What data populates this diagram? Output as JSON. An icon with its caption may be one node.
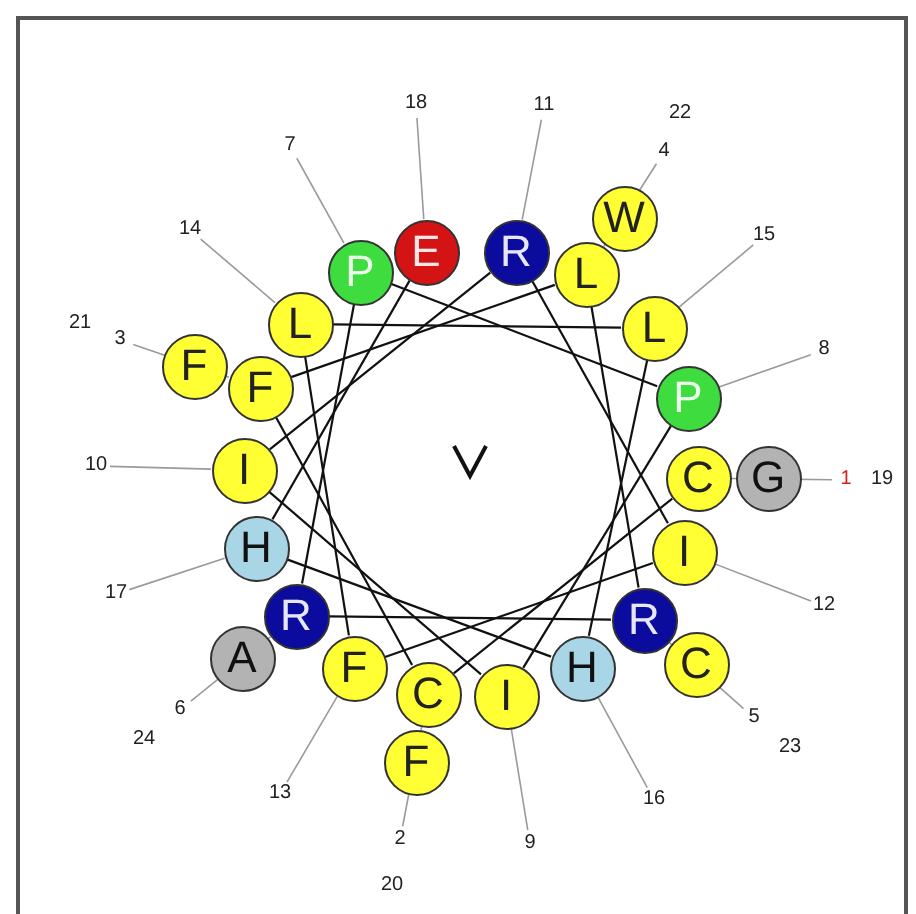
{
  "diagram": {
    "nodes": [
      {
        "text": [
          "C"
        ]
      },
      {
        "text": [
          "C"
        ]
      },
      {
        "text": [
          "F"
        ]
      },
      {
        "text": [
          "L"
        ]
      },
      {
        "text": [
          "R"
        ]
      },
      {
        "text": [
          "R"
        ]
      },
      {
        "text": [
          "P"
        ]
      },
      {
        "text": [
          "P"
        ]
      },
      {
        "text": [
          "I"
        ]
      },
      {
        "text": [
          "I"
        ]
      },
      {
        "text": [
          "R"
        ]
      },
      {
        "text": [
          "I"
        ]
      },
      {
        "text": [
          "F"
        ]
      },
      {
        "text": [
          "L"
        ]
      },
      {
        "text": [
          "L"
        ]
      },
      {
        "text": [
          "H"
        ]
      },
      {
        "text": [
          "H"
        ]
      },
      {
        "text": [
          "E"
        ]
      },
      {
        "text": [
          "G"
        ]
      },
      {
        "text": [
          "F"
        ]
      },
      {
        "text": [
          "F"
        ]
      },
      {
        "text": [
          "W"
        ]
      },
      {
        "text": [
          "C"
        ]
      },
      {
        "text": [
          "A"
        ]
      },
      {
        "text": [
          "1"
        ],
        "beside": [
          "19"
        ]
      },
      {
        "text": [
          "2"
        ],
        "beside": [
          "20"
        ]
      },
      {
        "text": [
          "3"
        ],
        "beside": [
          "21"
        ]
      },
      {
        "text": [
          "4"
        ],
        "beside": [
          "22"
        ]
      },
      {
        "text": [
          "5"
        ],
        "beside": [
          "23"
        ]
      },
      {
        "text": [
          "6"
        ],
        "beside": [
          "24"
        ]
      },
      {
        "text": [
          "7"
        ]
      },
      {
        "text": [
          "8"
        ]
      },
      {
        "text": [
          "9"
        ]
      },
      {
        "text": [
          "10"
        ]
      },
      {
        "text": [
          "11"
        ]
      },
      {
        "text": [
          "12"
        ]
      },
      {
        "text": [
          "13"
        ]
      },
      {
        "text": [
          "14"
        ]
      },
      {
        "text": [
          "15"
        ]
      },
      {
        "text": [
          "16"
        ]
      },
      {
        "text": [
          "17"
        ]
      },
      {
        "text": [
          "18"
        ]
      }
    ],
    "edges": [
      {
        "from": 0,
        "to": 1,
        "arrow": "none",
        "color": "#111111"
      },
      {
        "from": 1,
        "to": 2,
        "arrow": "none",
        "color": "#111111"
      },
      {
        "from": 2,
        "to": 3,
        "arrow": "none",
        "color": "#111111"
      },
      {
        "from": 3,
        "to": 4,
        "arrow": "none",
        "color": "#111111"
      },
      {
        "from": 4,
        "to": 5,
        "arrow": "none",
        "color": "#111111"
      },
      {
        "from": 5,
        "to": 6,
        "arrow": "none",
        "color": "#111111"
      },
      {
        "from": 6,
        "to": 7,
        "arrow": "none",
        "color": "#111111"
      },
      {
        "from": 7,
        "to": 8,
        "arrow": "none",
        "color": "#111111"
      },
      {
        "from": 8,
        "to": 9,
        "arrow": "none",
        "color": "#111111"
      },
      {
        "from": 9,
        "to": 10,
        "arrow": "none",
        "color": "#111111"
      },
      {
        "from": 10,
        "to": 11,
        "arrow": "none",
        "color": "#111111"
      },
      {
        "from": 11,
        "to": 12,
        "arrow": "none",
        "color": "#111111"
      },
      {
        "from": 12,
        "to": 13,
        "arrow": "none",
        "color": "#111111"
      },
      {
        "from": 13,
        "to": 14,
        "arrow": "none",
        "color": "#111111"
      },
      {
        "from": 14,
        "to": 15,
        "arrow": "none",
        "color": "#111111"
      },
      {
        "from": 15,
        "to": 16,
        "arrow": "none",
        "color": "#111111"
      },
      {
        "from": 16,
        "to": 17,
        "arrow": "none",
        "color": "#111111"
      },
      {
        "from": 24,
        "to": 0,
        "arrow": "none"
      },
      {
        "from": 25,
        "to": 1,
        "arrow": "none"
      },
      {
        "from": 26,
        "to": 2,
        "arrow": "none"
      },
      {
        "from": 27,
        "to": 3,
        "arrow": "none"
      },
      {
        "from": 28,
        "to": 4,
        "arrow": "none"
      },
      {
        "from": 29,
        "to": 5,
        "arrow": "none"
      },
      {
        "from": 30,
        "to": 6,
        "arrow": "none"
      },
      {
        "from": 31,
        "to": 7,
        "arrow": "none"
      },
      {
        "from": 32,
        "to": 8,
        "arrow": "none"
      },
      {
        "from": 33,
        "to": 9,
        "arrow": "none"
      },
      {
        "from": 34,
        "to": 10,
        "arrow": "none"
      },
      {
        "from": 35,
        "to": 11,
        "arrow": "none"
      },
      {
        "from": 36,
        "to": 12,
        "arrow": "none"
      },
      {
        "from": 37,
        "to": 13,
        "arrow": "none"
      },
      {
        "from": 38,
        "to": 14,
        "arrow": "none"
      },
      {
        "from": 39,
        "to": 15,
        "arrow": "none"
      },
      {
        "from": 40,
        "to": 16,
        "arrow": "none"
      },
      {
        "from": 41,
        "to": 17,
        "arrow": "none"
      }
    ]
  }
}
